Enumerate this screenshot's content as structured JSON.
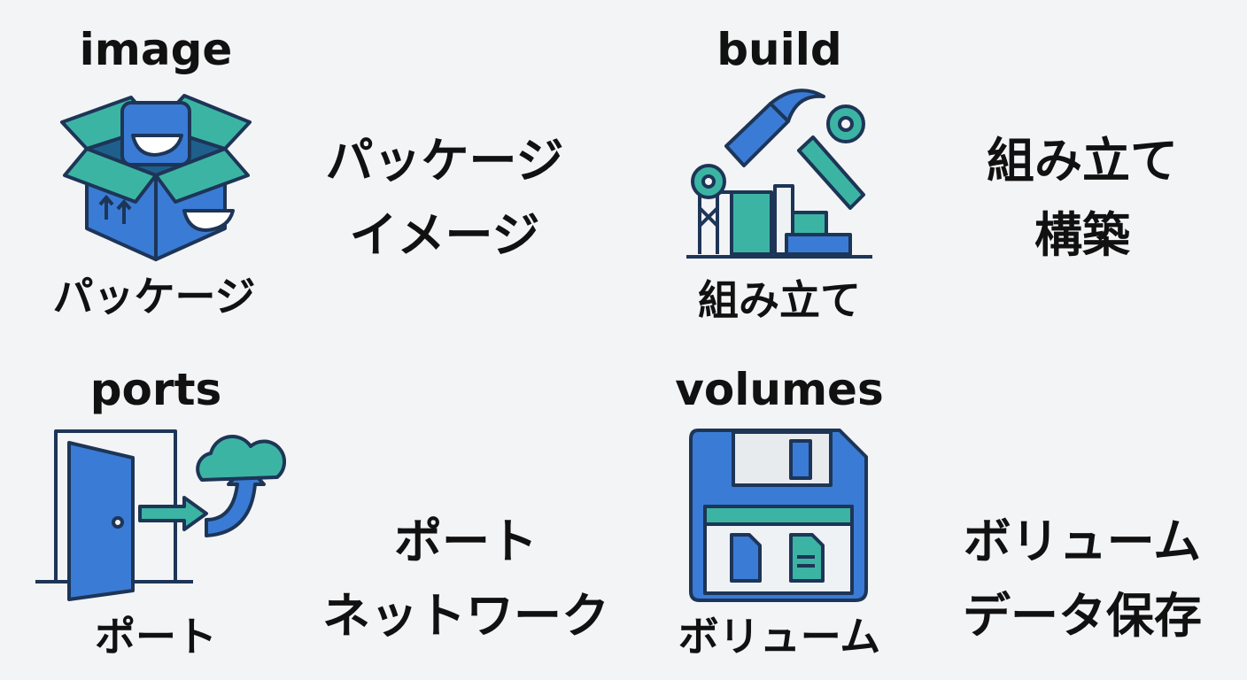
{
  "cards": [
    {
      "term": "image",
      "caption": "パッケージ",
      "meanings": [
        "パッケージ",
        "イメージ"
      ],
      "icon": "docker-box-icon"
    },
    {
      "term": "build",
      "caption": "組み立て",
      "meanings": [
        "組み立て",
        "構築"
      ],
      "icon": "hammer-gear-icon"
    },
    {
      "term": "ports",
      "caption": "ポート",
      "meanings": [
        "ポート",
        "ネットワーク"
      ],
      "icon": "door-cloud-icon"
    },
    {
      "term": "volumes",
      "caption": "ボリューム",
      "meanings": [
        "ボリューム",
        "データ保存"
      ],
      "icon": "floppy-disk-icon"
    }
  ],
  "colors": {
    "blue": "#3a7bd5",
    "teal": "#3cb4a4",
    "outline": "#1d3557",
    "background": "#f3f4f5"
  }
}
